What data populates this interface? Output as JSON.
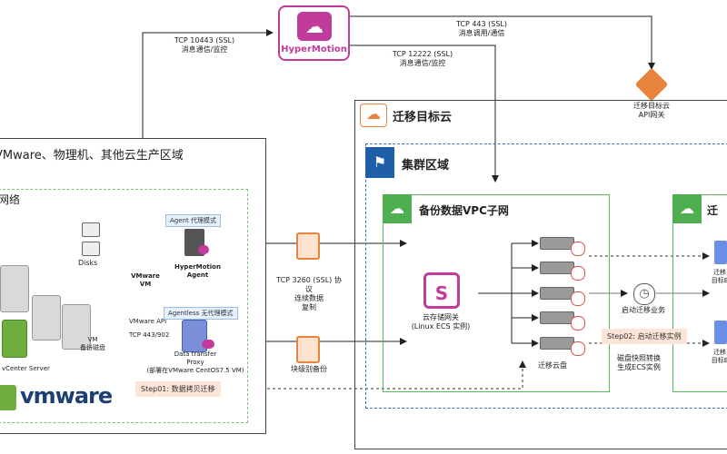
{
  "hypermotion": {
    "name": "HyperMotion"
  },
  "links": {
    "tcp10443": "TCP 10443 (SSL)",
    "tcp10443_desc": "消息通信/监控",
    "tcp12222": "TCP 12222 (SSL)",
    "tcp12222_desc": "消息通信/监控",
    "tcp443": "TCP 443 (SSL)",
    "tcp443_desc": "消息调用/通信",
    "tcp3260_1": "TCP 3260 (SSL) 协",
    "tcp3260_2": "议",
    "tcp3260_3": "连续数据",
    "tcp3260_4": "复制",
    "block_backup": "块级别备份"
  },
  "target_api": {
    "line1": "迁移目标云",
    "line2": "API网关"
  },
  "source_region": {
    "title": "VMware、物理机、其他云生产区域",
    "network": "网络",
    "disks": "Disks",
    "vmware_vm_1": "VMware",
    "vmware_vm_2": "VM",
    "vmware_api": "VMware API",
    "tcp443_902": "TCP  443/902",
    "vm_backup_1": "VM",
    "vm_backup_2": "备份磁盘",
    "vcenter": "vCenter Server",
    "vmware_logo": "vmware"
  },
  "agent_mode": {
    "label": "Agent 代理模式",
    "name1": "HyperMotion",
    "name2": "Agent"
  },
  "agentless_mode": {
    "label": "Agentless 无代理模式",
    "name1": "Data transfer",
    "name2": "Proxy",
    "name3": "(部署在VMware CentOS7.5 VM)"
  },
  "target_cloud": {
    "title": "迁移目标云"
  },
  "cluster": {
    "title": "集群区域"
  },
  "backup_vpc": {
    "title": "备份数据VPC子网"
  },
  "other_vpc": {
    "title": "迁"
  },
  "gateway": {
    "line1": "云存储网关",
    "line2": "(Linux ECS 实例)"
  },
  "migration_disk": "迁移云盘",
  "start_migration": "启动迁移业务",
  "snapshot": {
    "line1": "磁盘快照转换",
    "line2": "生成ECS实例"
  },
  "steps": {
    "step01": "Step01: 数据拷贝迁移",
    "step02": "Step02: 启动迁移实例"
  },
  "right_items": {
    "a1": "迁移",
    "a2": "目标E",
    "b1": "迁移",
    "b2": "目标E"
  },
  "colors": {
    "hypermotion_purple": "#c13b9c",
    "green_border": "#5cb85c",
    "blue_dash": "#2f6fd1",
    "cluster_flag": "#1f5fa8",
    "orange": "#e7833b",
    "step_bg": "#fce4d6"
  }
}
